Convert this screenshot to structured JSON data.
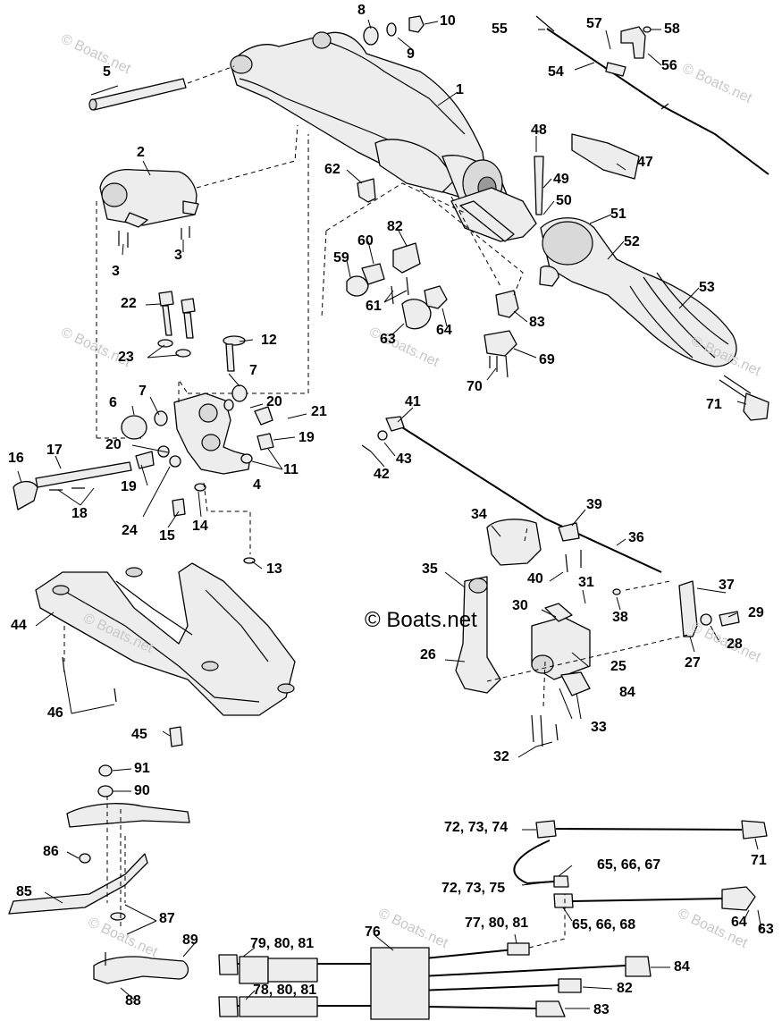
{
  "watermark": {
    "small": "© Boats.net",
    "large": "© Boats.net"
  },
  "callouts": {
    "c1": "1",
    "c2": "2",
    "c3a": "3",
    "c3b": "3",
    "c4": "4",
    "c5": "5",
    "c6": "6",
    "c7a": "7",
    "c7b": "7",
    "c8": "8",
    "c9": "9",
    "c10": "10",
    "c11": "11",
    "c12": "12",
    "c13": "13",
    "c14": "14",
    "c15": "15",
    "c16": "16",
    "c17": "17",
    "c18": "18",
    "c19a": "19",
    "c19b": "19",
    "c20a": "20",
    "c20b": "20",
    "c21": "21",
    "c22": "22",
    "c23": "23",
    "c24": "24",
    "c25": "25",
    "c26": "26",
    "c27": "27",
    "c28": "28",
    "c29": "29",
    "c30": "30",
    "c31": "31",
    "c32": "32",
    "c33": "33",
    "c34": "34",
    "c35": "35",
    "c36": "36",
    "c37": "37",
    "c38": "38",
    "c39": "39",
    "c40": "40",
    "c41": "41",
    "c42": "42",
    "c43": "43",
    "c44": "44",
    "c45": "45",
    "c46": "46",
    "c47": "47",
    "c48": "48",
    "c49": "49",
    "c50": "50",
    "c51": "51",
    "c52": "52",
    "c53": "53",
    "c54": "54",
    "c55": "55",
    "c56": "56",
    "c57": "57",
    "c58": "58",
    "c59": "59",
    "c60": "60",
    "c61": "61",
    "c62": "62",
    "c63a": "63",
    "c63b": "63",
    "c64a": "64",
    "c64b": "64",
    "c69": "69",
    "c70": "70",
    "c71a": "71",
    "c71b": "71",
    "c72_74": "72, 73, 74",
    "c72_75": "72, 73, 75",
    "c65_67": "65, 66, 67",
    "c65_68": "65, 66, 68",
    "c76": "76",
    "c77_81": "77, 80, 81",
    "c78_81": "78, 80, 81",
    "c79_81": "79, 80, 81",
    "c82a": "82",
    "c82b": "82",
    "c83a": "83",
    "c83b": "83",
    "c84a": "84",
    "c84b": "84",
    "c85": "85",
    "c86": "86",
    "c87": "87",
    "c88": "88",
    "c89": "89",
    "c90": "90",
    "c91": "91"
  }
}
